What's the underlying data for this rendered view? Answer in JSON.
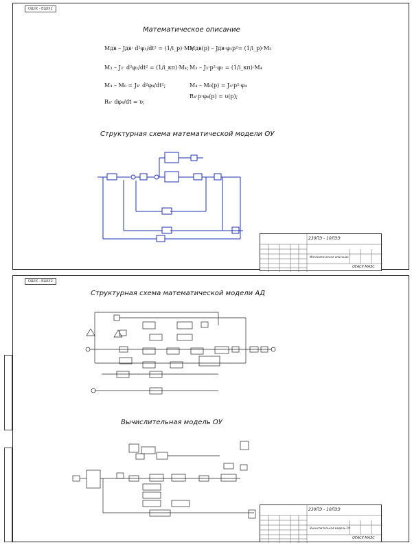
{
  "sheet1": {
    "stamp": "OШIX - ЕШIX2",
    "heading_math": "Математическое описание",
    "formulas_left": [
      "Mдв – Jдв· d²φ₁/dt² = (1/i_p)·M₃;",
      "M₃ – J₃· d²φ₂/dt² = (1/i_кп)·M₄;",
      "M₄ – M₀ = J₄· d²φ₄/dt²;",
      "R₄· dφ₄/dt = υ;"
    ],
    "formulas_right": [
      "Mдв(p) – Jдв·φ₁p²= (1/i_p)·M₃",
      "M₃ – J₃·p²·φ₂ = (1/i_кп)·M₄",
      "M₄ – M₀(p) = J₄·p²·φ₄",
      "R₄·p·φ₄(p) = υ(p);"
    ],
    "heading_struct": "Структурная схема математической модели ОУ",
    "title_code": "230ПЭ - 10ЛЭЭ",
    "title_name": "Математическое описание",
    "title_org": "ОГАСУ МАЗС"
  },
  "sheet2": {
    "stamp": "OШIX - ЕШIX2",
    "heading_ad": "Структурная схема математической модели АД",
    "heading_comp": "Вычислительная модель ОУ",
    "title_code": "230ПЭ - 10ЛЭЭ",
    "title_name": "Вычислительная модель ОУ",
    "title_org": "ОГАСУ МАЗС"
  },
  "colors": {
    "line": "#1f2fb8",
    "frame": "#222222",
    "ink": "#111111"
  }
}
